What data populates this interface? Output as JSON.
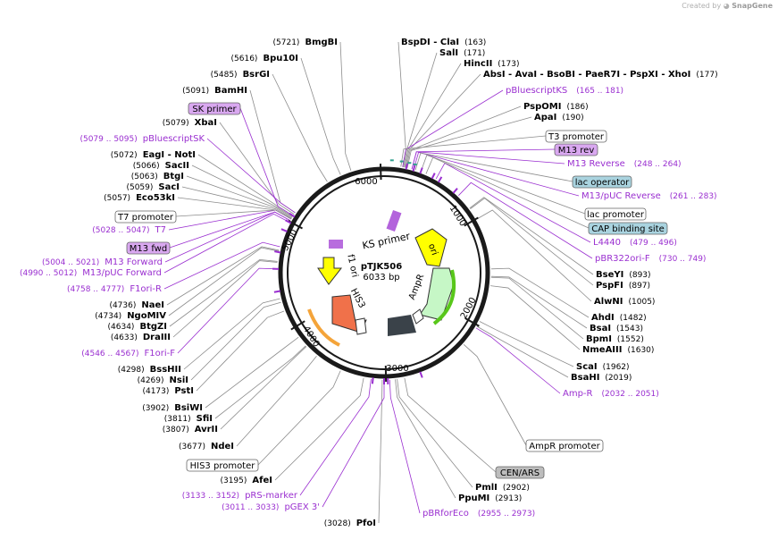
{
  "watermark": {
    "prefix": "Created by",
    "brand": "SnapGene"
  },
  "plasmid": {
    "name": "pTJK506",
    "length": "6033 bp"
  },
  "colors": {
    "backbone": "#1a1a1a",
    "leader_site": "#8c8c8c",
    "leader_primer": "#9a2fd0",
    "primer_text": "#9a2fd0",
    "boxed_primer": "#d9a8f0",
    "feature_blue": "#a9d3df",
    "feature_grey": "#bdbdbd",
    "ori": "#ffff00",
    "ampr": "#c6f7c6",
    "his3": "#f0714a",
    "f1ori": "#ffff00",
    "dark_feature": "#3a4249",
    "orange_marker": "#f4a43a",
    "green_marker": "#58c71a",
    "teal_marker": "#30a08e"
  },
  "scale_labels": [
    "1000",
    "2000",
    "3000",
    "4000",
    "5000",
    "6000"
  ],
  "inner_features": [
    {
      "id": "ks_primer",
      "label": "KS primer"
    },
    {
      "id": "ori",
      "label": "ori"
    },
    {
      "id": "ampr",
      "label": "AmpR"
    },
    {
      "id": "his3",
      "label": "HIS3"
    },
    {
      "id": "f1ori",
      "label": "f1 ori"
    }
  ],
  "sites": [
    {
      "id": "bmgbi",
      "name": "BmgBI",
      "pos": "(5721)"
    },
    {
      "id": "bpu10i",
      "name": "Bpu10I",
      "pos": "(5616)"
    },
    {
      "id": "bsrgi",
      "name": "BsrGI",
      "pos": "(5485)"
    },
    {
      "id": "bamhi",
      "name": "BamHI",
      "pos": "(5091)"
    },
    {
      "id": "xbai",
      "name": "XbaI",
      "pos": "(5079)"
    },
    {
      "id": "eagi",
      "name": "EagI",
      "name2": "- NotI",
      "pos": "(5072)"
    },
    {
      "id": "sacii",
      "name": "SacII",
      "pos": "(5066)"
    },
    {
      "id": "btgi",
      "name": "BtgI",
      "pos": "(5063)"
    },
    {
      "id": "saci",
      "name": "SacI",
      "pos": "(5059)"
    },
    {
      "id": "eco53ki",
      "name": "Eco53kI",
      "pos": "(5057)"
    },
    {
      "id": "naei",
      "name": "NaeI",
      "pos": "(4736)"
    },
    {
      "id": "ngomiv",
      "name": "NgoMIV",
      "pos": "(4734)"
    },
    {
      "id": "btgzi",
      "name": "BtgZI",
      "pos": "(4634)"
    },
    {
      "id": "draiii",
      "name": "DraIII",
      "pos": "(4633)"
    },
    {
      "id": "bsshii",
      "name": "BssHII",
      "pos": "(4298)"
    },
    {
      "id": "nsii",
      "name": "NsiI",
      "pos": "(4269)"
    },
    {
      "id": "psti",
      "name": "PstI",
      "pos": "(4173)"
    },
    {
      "id": "bsiwi",
      "name": "BsiWI",
      "pos": "(3902)"
    },
    {
      "id": "sfii",
      "name": "SfiI",
      "pos": "(3811)"
    },
    {
      "id": "avrii",
      "name": "AvrII",
      "pos": "(3807)"
    },
    {
      "id": "ndei",
      "name": "NdeI",
      "pos": "(3677)"
    },
    {
      "id": "afei",
      "name": "AfeI",
      "pos": "(3195)"
    },
    {
      "id": "pfoi",
      "name": "PfoI",
      "pos": "(3028)"
    },
    {
      "id": "bspdi",
      "name": "BspDI",
      "name2": "- ClaI",
      "pos": "(163)"
    },
    {
      "id": "sali",
      "name": "SalI",
      "pos": "(171)"
    },
    {
      "id": "hincii",
      "name": "HincII",
      "pos": "(173)"
    },
    {
      "id": "absi",
      "name": "AbsI",
      "name2": "- AvaI - BsoBI - PaeR7I - PspXI - XhoI",
      "pos": "(177)"
    },
    {
      "id": "pspomi",
      "name": "PspOMI",
      "pos": "(186)"
    },
    {
      "id": "apai",
      "name": "ApaI",
      "pos": "(190)"
    },
    {
      "id": "bseyi",
      "name": "BseYI",
      "pos": "(893)"
    },
    {
      "id": "pspfi",
      "name": "PspFI",
      "pos": "(897)"
    },
    {
      "id": "alwni",
      "name": "AlwNI",
      "pos": "(1005)"
    },
    {
      "id": "ahdi",
      "name": "AhdI",
      "pos": "(1482)"
    },
    {
      "id": "bsai",
      "name": "BsaI",
      "pos": "(1543)"
    },
    {
      "id": "bpmi",
      "name": "BpmI",
      "pos": "(1552)"
    },
    {
      "id": "nmeaiii",
      "name": "NmeAIII",
      "pos": "(1630)"
    },
    {
      "id": "scai",
      "name": "ScaI",
      "pos": "(1962)"
    },
    {
      "id": "bsahi",
      "name": "BsaHI",
      "pos": "(2019)"
    },
    {
      "id": "pmli",
      "name": "PmlI",
      "pos": "(2902)"
    },
    {
      "id": "ppumi",
      "name": "PpuMI",
      "pos": "(2913)"
    }
  ],
  "primers": [
    {
      "id": "pbluescriptks",
      "name": "pBluescriptKS",
      "range": "(165 .. 181)"
    },
    {
      "id": "m13reverse",
      "name": "M13 Reverse",
      "range": "(248 .. 264)"
    },
    {
      "id": "m13puc_reverse",
      "name": "M13/pUC Reverse",
      "range": "(261 .. 283)"
    },
    {
      "id": "l4440",
      "name": "L4440",
      "range": "(479 .. 496)"
    },
    {
      "id": "pbr322ori_f",
      "name": "pBR322ori-F",
      "range": "(730 .. 749)"
    },
    {
      "id": "amp_r",
      "name": "Amp-R",
      "range": "(2032 .. 2051)"
    },
    {
      "id": "pbrforeco",
      "name": "pBRforEco",
      "range": "(2955 .. 2973)"
    },
    {
      "id": "pgex3",
      "name": "pGEX 3'",
      "range": "(3011 .. 3033)"
    },
    {
      "id": "prs_marker",
      "name": "pRS-marker",
      "range": "(3133 .. 3152)"
    },
    {
      "id": "f1ori_f",
      "name": "F1ori-F",
      "range": "(4546 .. 4567)"
    },
    {
      "id": "f1ori_r",
      "name": "F1ori-R",
      "range": "(4758 .. 4777)"
    },
    {
      "id": "m13puc_forward",
      "name": "M13/pUC Forward",
      "range": "(4990 .. 5012)"
    },
    {
      "id": "m13forward",
      "name": "M13 Forward",
      "range": "(5004 .. 5021)"
    },
    {
      "id": "t7",
      "name": "T7",
      "range": "(5028 .. 5047)"
    },
    {
      "id": "pbluescriptsk",
      "name": "pBluescriptSK",
      "range": "(5079 .. 5095)"
    }
  ],
  "boxed_labels": [
    {
      "id": "t3_promoter",
      "name": "T3 promoter"
    },
    {
      "id": "m13_rev",
      "name": "M13 rev"
    },
    {
      "id": "lac_operator",
      "name": "lac operator"
    },
    {
      "id": "lac_promoter",
      "name": "lac promoter"
    },
    {
      "id": "cap_binding_site",
      "name": "CAP binding site"
    },
    {
      "id": "ampr_promoter",
      "name": "AmpR promoter"
    },
    {
      "id": "cen_ars",
      "name": "CEN/ARS"
    },
    {
      "id": "his3_promoter",
      "name": "HIS3 promoter"
    },
    {
      "id": "t7_promoter",
      "name": "T7 promoter"
    },
    {
      "id": "m13_fwd",
      "name": "M13 fwd"
    },
    {
      "id": "sk_primer",
      "name": "SK primer"
    }
  ]
}
